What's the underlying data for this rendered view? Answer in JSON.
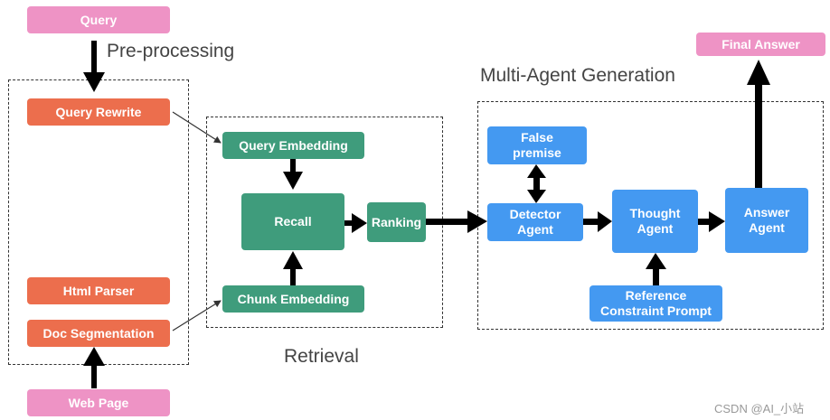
{
  "labels": {
    "preprocessing": "Pre-processing",
    "retrieval": "Retrieval",
    "generation": "Multi-Agent Generation"
  },
  "nodes": {
    "query": "Query",
    "query_rewrite": "Query Rewrite",
    "html_parser": "Html Parser",
    "doc_segmentation": "Doc Segmentation",
    "web_page": "Web Page",
    "query_embedding": "Query Embedding",
    "recall": "Recall",
    "chunk_embedding": "Chunk Embedding",
    "ranking": "Ranking",
    "false_premise": "False\npremise",
    "detector_agent": "Detector\nAgent",
    "thought_agent": "Thought\nAgent",
    "reference_prompt": "Reference\nConstraint Prompt",
    "answer_agent": "Answer\nAgent",
    "final_answer": "Final Answer"
  },
  "watermark": "CSDN @AI_小站",
  "colors": {
    "pink": "#ee93c5",
    "orange": "#ec6e4d",
    "green": "#3f9c7c",
    "blue": "#4499f1"
  }
}
